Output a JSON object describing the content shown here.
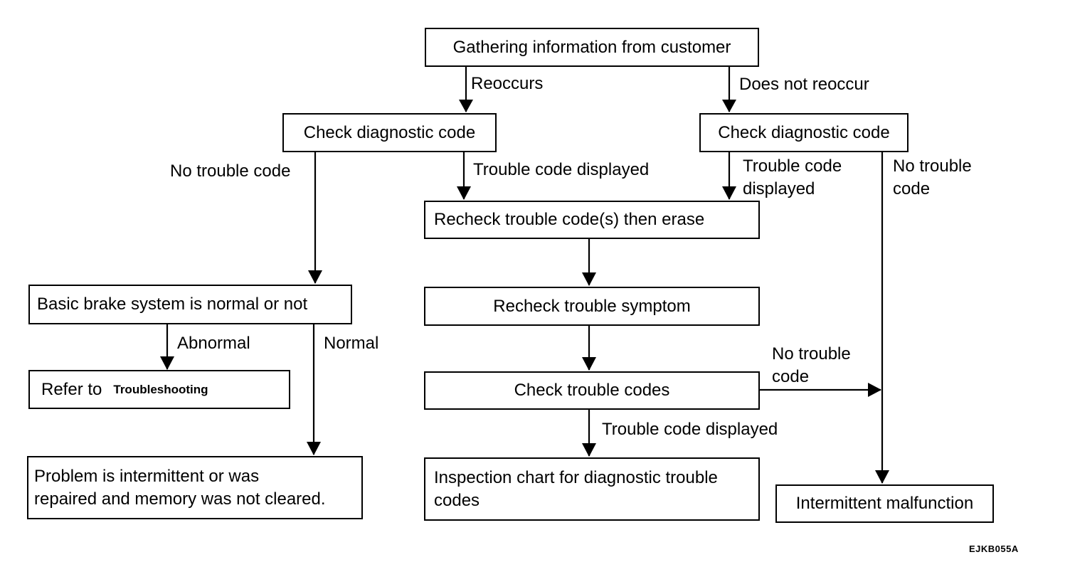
{
  "nodes": {
    "gather": "Gathering information from customer",
    "check_left": "Check diagnostic code",
    "check_right": "Check diagnostic code",
    "recheck_erase": "Recheck trouble code(s) then erase",
    "basic_brake": "Basic brake system is normal or not",
    "recheck_symptom": "Recheck trouble symptom",
    "refer_to": "Refer to",
    "refer_to_target": "Troubleshooting",
    "check_codes": "Check trouble codes",
    "problem_line1": "Problem is intermittent or was",
    "problem_line2": "repaired and memory was not cleared.",
    "inspection_line1": "Inspection chart for diagnostic trouble",
    "inspection_line2": "codes",
    "intermittent": "Intermittent malfunction"
  },
  "edge_labels": {
    "reoccurs": "Reoccurs",
    "does_not_reoccur": "Does not reoccur",
    "no_trouble_code_left": "No trouble code",
    "trouble_code_displayed_mid": "Trouble code displayed",
    "trouble_code_right_line1": "Trouble code",
    "trouble_code_right_line2": "displayed",
    "no_trouble_right_line1": "No trouble",
    "no_trouble_right_line2": "code",
    "abnormal": "Abnormal",
    "normal": "Normal",
    "no_trouble_checkcodes_line1": "No trouble",
    "no_trouble_checkcodes_line2": "code",
    "trouble_code_displayed_bottom": "Trouble code displayed"
  },
  "figure_code": "EJKB055A"
}
